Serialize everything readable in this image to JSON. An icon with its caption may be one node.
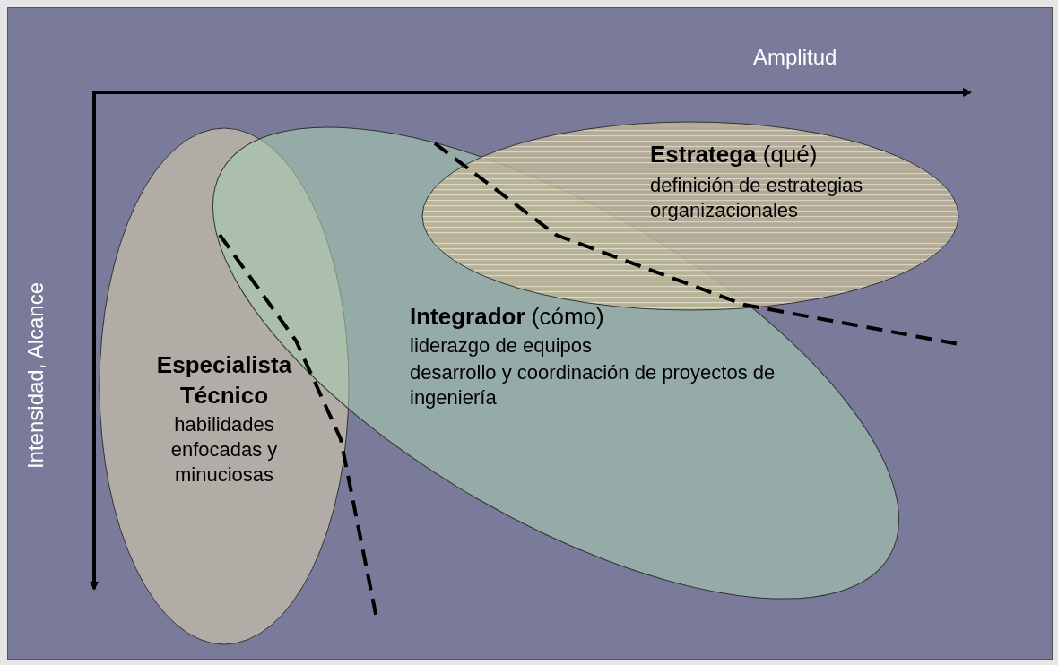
{
  "diagram": {
    "nodes": [
      {
        "text": [
          "**Estratega** (qué)",
          "definición de estrategias organizacionales"
        ]
      },
      {
        "text": [
          "**Integrador** (cómo)",
          "liderazgo de equipos",
          "desarrollo y coordinación de proyectos de ingeniería"
        ]
      },
      {
        "text": [
          "Especialista Técnico",
          "habilidades enfocadas y minuciosas"
        ]
      }
    ],
    "labels": [
      "Amplitud",
      "Intensidad, Alcance"
    ]
  }
}
